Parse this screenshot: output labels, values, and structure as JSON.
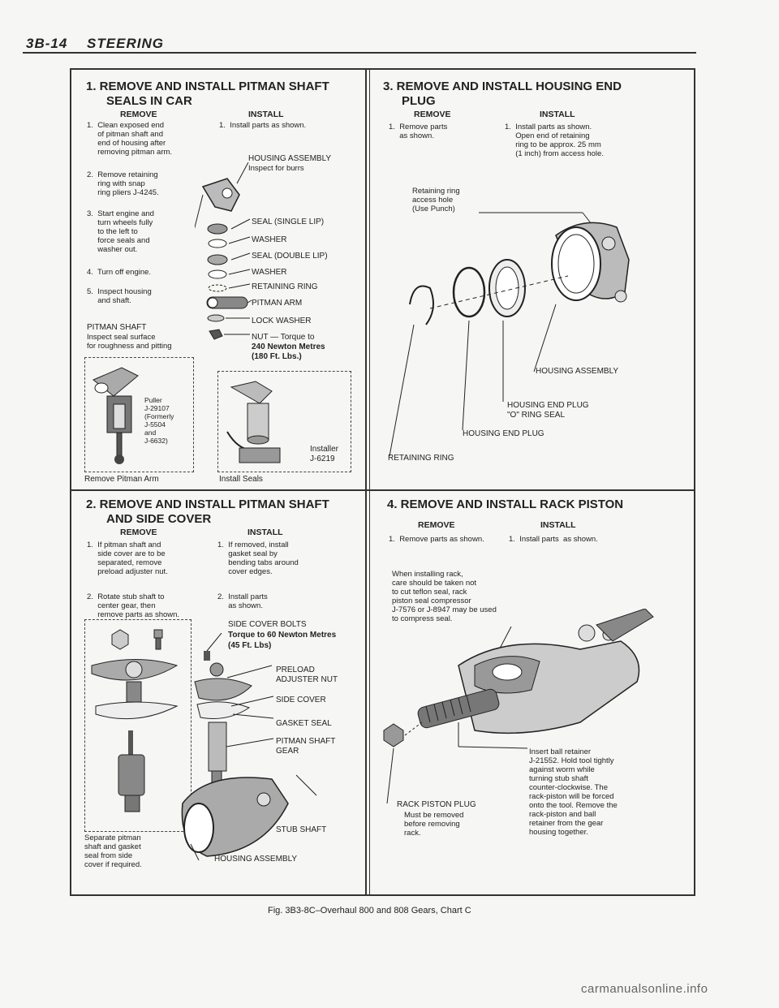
{
  "header": {
    "page": "3B-14",
    "title": "STEERING"
  },
  "s1": {
    "title1": "1. REMOVE AND INSTALL PITMAN SHAFT",
    "title2": "SEALS IN CAR",
    "remove_h": "REMOVE",
    "install_h": "INSTALL",
    "r1": "1.  Clean exposed end\n     of pitman shaft and\n     end of housing after\n     removing pitman arm.",
    "r2": "2.  Remove retaining\n     ring with snap\n     ring pliers J-4245.",
    "r3": "3.  Start engine and\n     turn wheels fully\n     to the left to\n     force seals and\n     washer out.",
    "r4": "4.  Turn off engine.",
    "r5": "5.  Inspect housing\n     and shaft.",
    "pitman_shaft": "PITMAN SHAFT",
    "pitman_shaft_note": "Inspect seal surface\nfor roughness and pitting",
    "i1": "1.  Install parts as shown.",
    "housing_assembly": "HOUSING ASSEMBLY",
    "housing_note": "Inspect for burrs",
    "seal_single": "SEAL (SINGLE LIP)",
    "washer1": "WASHER",
    "seal_double": "SEAL (DOUBLE LIP)",
    "washer2": "WASHER",
    "retaining_ring": "RETAINING RING",
    "pitman_arm": "PITMAN ARM",
    "lock_washer": "LOCK WASHER",
    "nut": "NUT — Torque to",
    "nut_torque": "240 Newton Metres",
    "nut_ft": "(180 Ft. Lbs.)",
    "puller": "Puller\nJ-29107\n(Formerly\nJ-5504\nand\nJ-6632)",
    "remove_cap": "Remove Pitman Arm",
    "installer": "Installer\nJ-6219",
    "install_cap": "Install Seals"
  },
  "s2": {
    "title1": "2. REMOVE AND INSTALL PITMAN SHAFT",
    "title2": "AND SIDE COVER",
    "remove_h": "REMOVE",
    "install_h": "INSTALL",
    "r1": "1.  If pitman shaft and\n     side cover are to be\n     separated, remove\n     preload adjuster nut.",
    "r2": "2.  Rotate stub shaft to\n     center gear, then\n     remove parts as shown.",
    "i1": "1.  If removed, install\n     gasket seal by\n     bending tabs around\n     cover edges.",
    "i2": "2.  Install parts\n     as shown.",
    "side_cover_bolts": "SIDE COVER BOLTS",
    "bolts_torque": "Torque to 60 Newton Metres",
    "bolts_ft": "(45 Ft. Lbs)",
    "preload": "PRELOAD\nADJUSTER NUT",
    "side_cover": "SIDE COVER",
    "gasket_seal": "GASKET SEAL",
    "pitman_gear": "PITMAN SHAFT\nGEAR",
    "stub_shaft": "STUB SHAFT",
    "housing_assembly": "HOUSING ASSEMBLY",
    "separate": "Separate pitman\nshaft and gasket\nseal from side\ncover if required."
  },
  "s3": {
    "title1": "3. REMOVE AND INSTALL HOUSING END",
    "title2": "PLUG",
    "remove_h": "REMOVE",
    "install_h": "INSTALL",
    "r1": "1.  Remove parts\n     as shown.",
    "i1": "1.  Install parts as shown.\n     Open end of retaining\n     ring to be approx. 25 mm\n     (1 inch) from access hole.",
    "access": "Retaining ring\naccess hole\n(Use Punch)",
    "housing_assembly": "HOUSING ASSEMBLY",
    "end_plug_seal": "HOUSING END PLUG\n\"O\" RING SEAL",
    "end_plug": "HOUSING END PLUG",
    "retaining_ring": "RETAINING RING"
  },
  "s4": {
    "title": "4. REMOVE AND INSTALL RACK PISTON",
    "remove_h": "REMOVE",
    "install_h": "INSTALL",
    "r1": "1.  Remove parts as shown.",
    "i1": "1.  Install parts  as shown.",
    "when": "When installing rack,\ncare should be taken not\nto cut teflon seal, rack\npiston seal compressor\nJ-7576 or J-8947 may be used\nto compress seal.",
    "rack_plug": "RACK PISTON PLUG",
    "rack_plug_note": "Must be removed\nbefore removing\nrack.",
    "insert": "Insert ball retainer\nJ-21552. Hold tool tightly\nagainst worm while\nturning stub shaft\ncounter-clockwise. The\nrack-piston will be forced\nonto the tool. Remove the\nrack-piston and ball\nretainer from the gear\nhousing together."
  },
  "caption": "Fig. 3B3-8C–Overhaul 800 and 808 Gears, Chart C",
  "watermark": "carmanualsonline.info"
}
